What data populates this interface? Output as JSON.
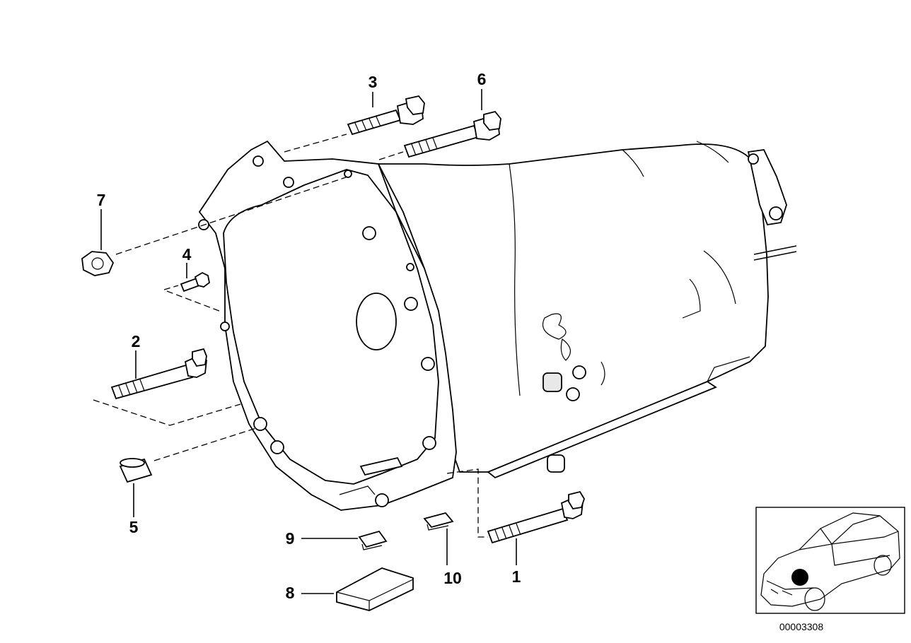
{
  "diagram": {
    "callouts": [
      {
        "id": "callout-1",
        "label": "1"
      },
      {
        "id": "callout-2",
        "label": "2"
      },
      {
        "id": "callout-3",
        "label": "3"
      },
      {
        "id": "callout-4",
        "label": "4"
      },
      {
        "id": "callout-5",
        "label": "5"
      },
      {
        "id": "callout-6",
        "label": "6"
      },
      {
        "id": "callout-7",
        "label": "7"
      },
      {
        "id": "callout-8",
        "label": "8"
      },
      {
        "id": "callout-9",
        "label": "9"
      },
      {
        "id": "callout-10",
        "label": "10"
      }
    ],
    "reference_number": "00003308"
  },
  "colors": {
    "line": "#000000",
    "background": "#ffffff",
    "marker": "#000000"
  },
  "icons": {
    "locator": "car-locator-icon"
  }
}
